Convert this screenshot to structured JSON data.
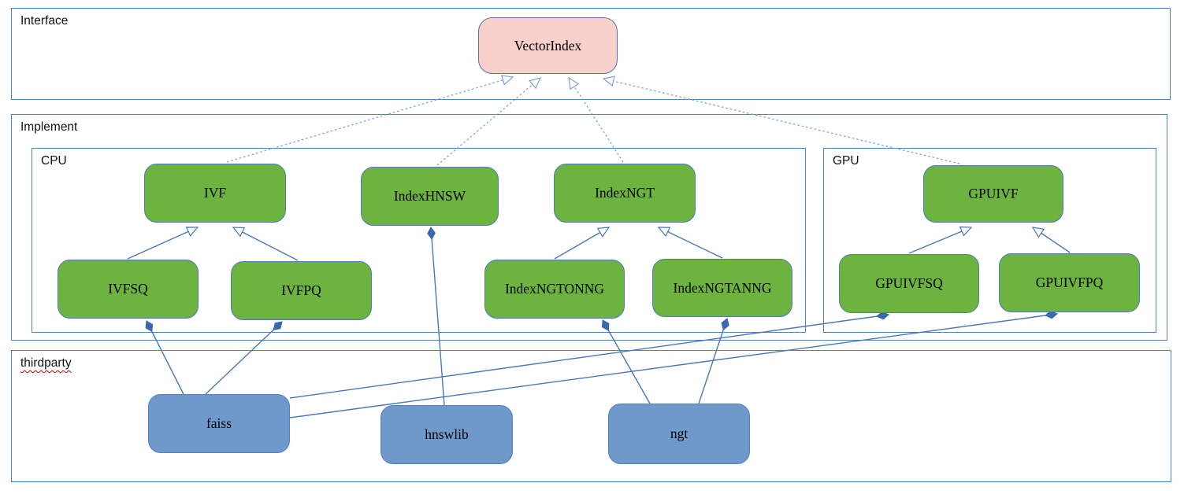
{
  "diagram": {
    "containers": {
      "interface": {
        "label": "Interface"
      },
      "implement": {
        "label": "Implement"
      },
      "cpu": {
        "label": "CPU"
      },
      "gpu": {
        "label": "GPU"
      },
      "thirdparty": {
        "label": "thirdparty",
        "spellcheck_squiggle": true
      }
    },
    "nodes": {
      "vectorindex": {
        "label": "VectorIndex",
        "container": "interface",
        "fill": "#f8d1cd"
      },
      "ivf": {
        "label": "IVF",
        "container": "cpu",
        "fill": "#6cb33f"
      },
      "indexhnsw": {
        "label": "IndexHNSW",
        "container": "cpu",
        "fill": "#6cb33f"
      },
      "indexngt": {
        "label": "IndexNGT",
        "container": "cpu",
        "fill": "#6cb33f"
      },
      "ivfsq": {
        "label": "IVFSQ",
        "container": "cpu",
        "fill": "#6cb33f"
      },
      "ivfpq": {
        "label": "IVFPQ",
        "container": "cpu",
        "fill": "#6cb33f"
      },
      "indexngtonng": {
        "label": "IndexNGTONNG",
        "container": "cpu",
        "fill": "#6cb33f"
      },
      "indexngtanng": {
        "label": "IndexNGTANNG",
        "container": "cpu",
        "fill": "#6cb33f"
      },
      "gpuivf": {
        "label": "GPUIVF",
        "container": "gpu",
        "fill": "#6cb33f"
      },
      "gpuivfsq": {
        "label": "GPUIVFSQ",
        "container": "gpu",
        "fill": "#6cb33f"
      },
      "gpuivfpq": {
        "label": "GPUIVFPQ",
        "container": "gpu",
        "fill": "#6cb33f"
      },
      "faiss": {
        "label": "faiss",
        "container": "thirdparty",
        "fill": "#7099cb"
      },
      "hnswlib": {
        "label": "hnswlib",
        "container": "thirdparty",
        "fill": "#7099cb"
      },
      "ngt": {
        "label": "ngt",
        "container": "thirdparty",
        "fill": "#7099cb"
      }
    },
    "edges": [
      {
        "from": "ivf",
        "to": "vectorindex",
        "type": "realization",
        "line": "dotted",
        "head": "open-triangle"
      },
      {
        "from": "indexhnsw",
        "to": "vectorindex",
        "type": "realization",
        "line": "dotted",
        "head": "open-triangle"
      },
      {
        "from": "indexngt",
        "to": "vectorindex",
        "type": "realization",
        "line": "dotted",
        "head": "open-triangle"
      },
      {
        "from": "gpuivf",
        "to": "vectorindex",
        "type": "realization",
        "line": "dotted",
        "head": "open-triangle"
      },
      {
        "from": "ivfsq",
        "to": "ivf",
        "type": "generalization",
        "line": "solid",
        "head": "open-triangle"
      },
      {
        "from": "ivfpq",
        "to": "ivf",
        "type": "generalization",
        "line": "solid",
        "head": "open-triangle"
      },
      {
        "from": "indexngtonng",
        "to": "indexngt",
        "type": "generalization",
        "line": "solid",
        "head": "open-triangle"
      },
      {
        "from": "indexngtanng",
        "to": "indexngt",
        "type": "generalization",
        "line": "solid",
        "head": "open-triangle"
      },
      {
        "from": "gpuivfsq",
        "to": "gpuivf",
        "type": "generalization",
        "line": "solid",
        "head": "open-triangle"
      },
      {
        "from": "gpuivfpq",
        "to": "gpuivf",
        "type": "generalization",
        "line": "solid",
        "head": "open-triangle"
      },
      {
        "from": "faiss",
        "to": "ivfsq",
        "type": "composition",
        "line": "solid",
        "diamond_at": "ivfsq"
      },
      {
        "from": "faiss",
        "to": "ivfpq",
        "type": "composition",
        "line": "solid",
        "diamond_at": "ivfpq"
      },
      {
        "from": "hnswlib",
        "to": "indexhnsw",
        "type": "composition",
        "line": "solid",
        "diamond_at": "indexhnsw"
      },
      {
        "from": "ngt",
        "to": "indexngtonng",
        "type": "composition",
        "line": "solid",
        "diamond_at": "indexngtonng"
      },
      {
        "from": "ngt",
        "to": "indexngtanng",
        "type": "composition",
        "line": "solid",
        "diamond_at": "indexngtanng"
      },
      {
        "from": "faiss",
        "to": "gpuivfsq",
        "type": "composition",
        "line": "solid",
        "diamond_at": "gpuivfsq"
      },
      {
        "from": "faiss",
        "to": "gpuivfpq",
        "type": "composition",
        "line": "solid",
        "diamond_at": "gpuivfpq"
      }
    ],
    "colors": {
      "container_border": "#4f81bd",
      "connector": "#4878b8",
      "dotted_connector": "#7fa0d6",
      "diamond": "#3a67ae",
      "green_fill": "#6cb33f",
      "green_border": "#4e7cb5",
      "blue_fill": "#7099cb",
      "blue_border": "#4f81bd",
      "pink_fill": "#f8d1cd",
      "pink_border": "#5f6fa8",
      "spellcheck": "#cc0000",
      "background": "#ffffff"
    }
  }
}
